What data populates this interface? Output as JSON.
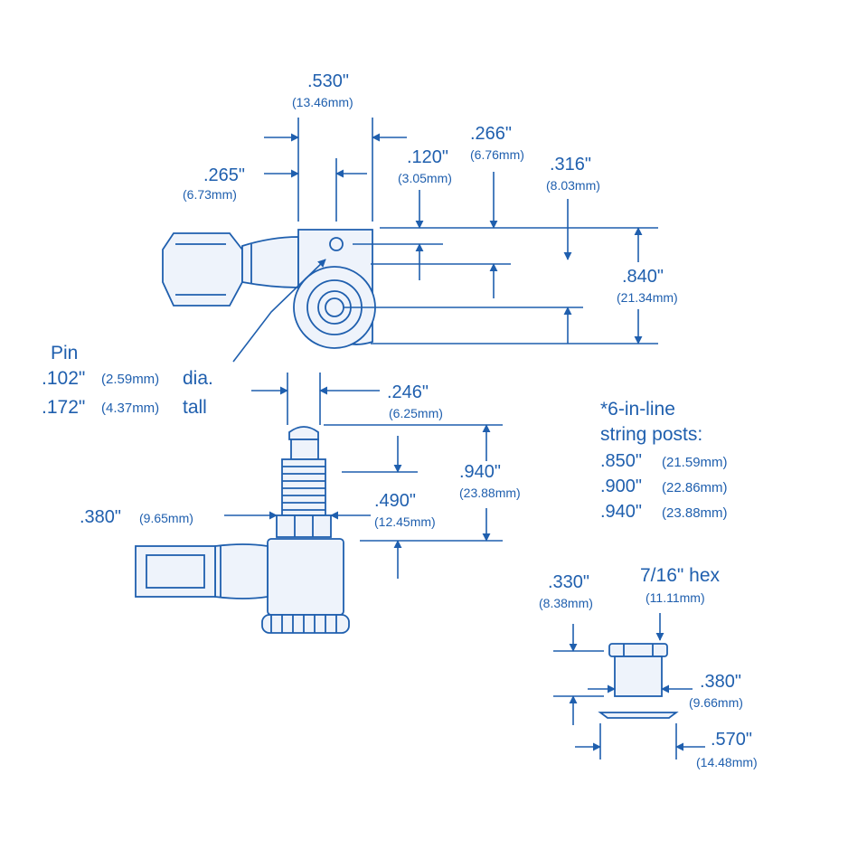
{
  "colors": {
    "ink": "#1f5fae",
    "background": "#ffffff"
  },
  "dims": {
    "d530": {
      "in": ".530\"",
      "mm": "(13.46mm)"
    },
    "d266": {
      "in": ".266\"",
      "mm": "(6.76mm)"
    },
    "d120": {
      "in": ".120\"",
      "mm": "(3.05mm)"
    },
    "d316": {
      "in": ".316\"",
      "mm": "(8.03mm)"
    },
    "d265": {
      "in": ".265\"",
      "mm": "(6.73mm)"
    },
    "d840": {
      "in": ".840\"",
      "mm": "(21.34mm)"
    },
    "d246": {
      "in": ".246\"",
      "mm": "(6.25mm)"
    },
    "d940": {
      "in": ".940\"",
      "mm": "(23.88mm)"
    },
    "d490": {
      "in": ".490\"",
      "mm": "(12.45mm)"
    },
    "d380a": {
      "in": ".380\"",
      "mm": "(9.65mm)"
    },
    "d330": {
      "in": ".330\"",
      "mm": "(8.38mm)"
    },
    "hex": {
      "in": "7/16\" hex",
      "mm": "(11.11mm)"
    },
    "d380b": {
      "in": ".380\"",
      "mm": "(9.66mm)"
    },
    "d570": {
      "in": ".570\"",
      "mm": "(14.48mm)"
    }
  },
  "pin": {
    "title": "Pin",
    "dia_in": ".102\"",
    "dia_mm": "(2.59mm)",
    "dia_word": "dia.",
    "tall_in": ".172\"",
    "tall_mm": "(4.37mm)",
    "tall_word": "tall"
  },
  "posts_note": {
    "line1": "*6-in-line",
    "line2": "string posts:",
    "rows": [
      {
        "in": ".850\"",
        "mm": "(21.59mm)"
      },
      {
        "in": ".900\"",
        "mm": "(22.86mm)"
      },
      {
        "in": ".940\"",
        "mm": "(23.88mm)"
      }
    ]
  }
}
